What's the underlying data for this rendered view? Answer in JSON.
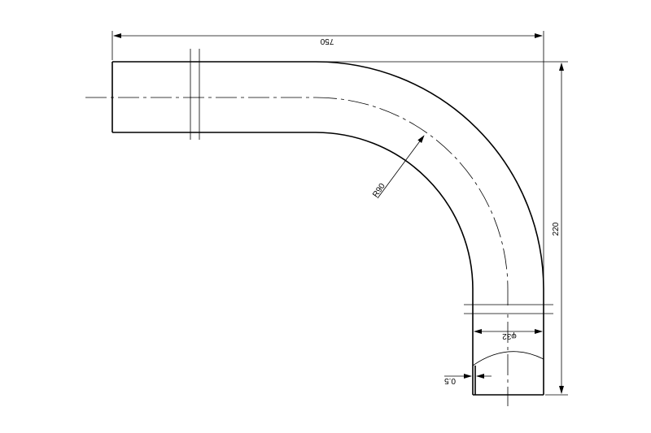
{
  "dimensions": {
    "overall_length": "750",
    "overall_height": "220",
    "bend_radius": "R90",
    "pipe_diameter": "φ32",
    "wall_thickness": "0.5"
  }
}
